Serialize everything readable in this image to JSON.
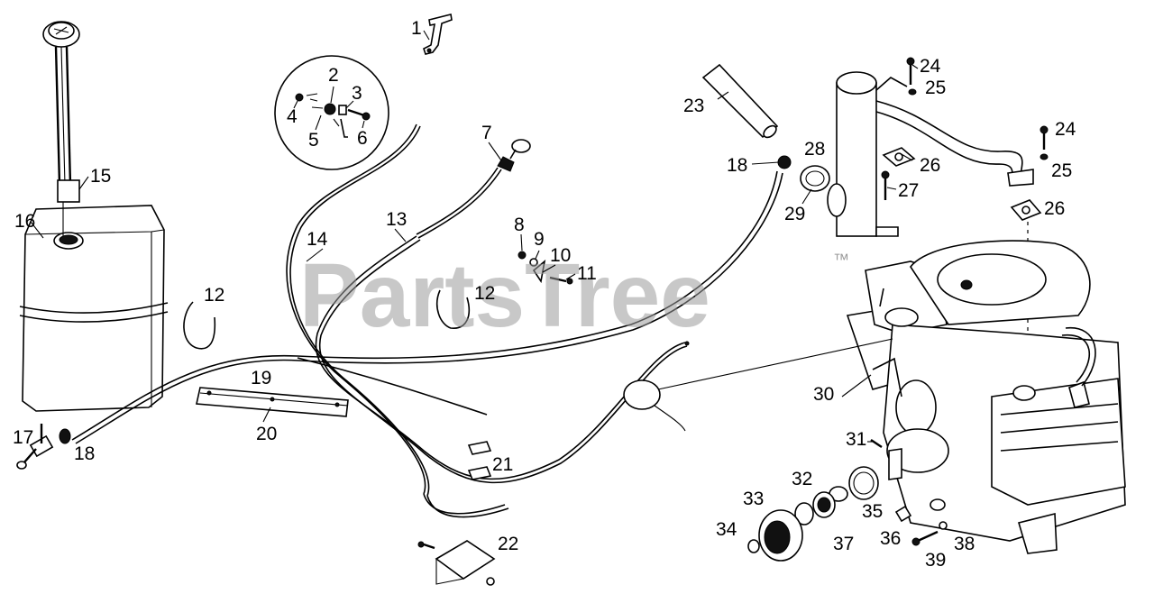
{
  "watermark": {
    "text": "PartsTree",
    "trademark": "™"
  },
  "callouts": [
    "1",
    "2",
    "3",
    "4",
    "5",
    "6",
    "7",
    "8",
    "9",
    "10",
    "11",
    "12",
    "12",
    "13",
    "14",
    "15",
    "16",
    "17",
    "18",
    "18",
    "19",
    "20",
    "21",
    "22",
    "23",
    "24",
    "24",
    "25",
    "25",
    "26",
    "26",
    "27",
    "28",
    "29",
    "30",
    "31",
    "32",
    "33",
    "34",
    "35",
    "36",
    "37",
    "38",
    "39"
  ]
}
